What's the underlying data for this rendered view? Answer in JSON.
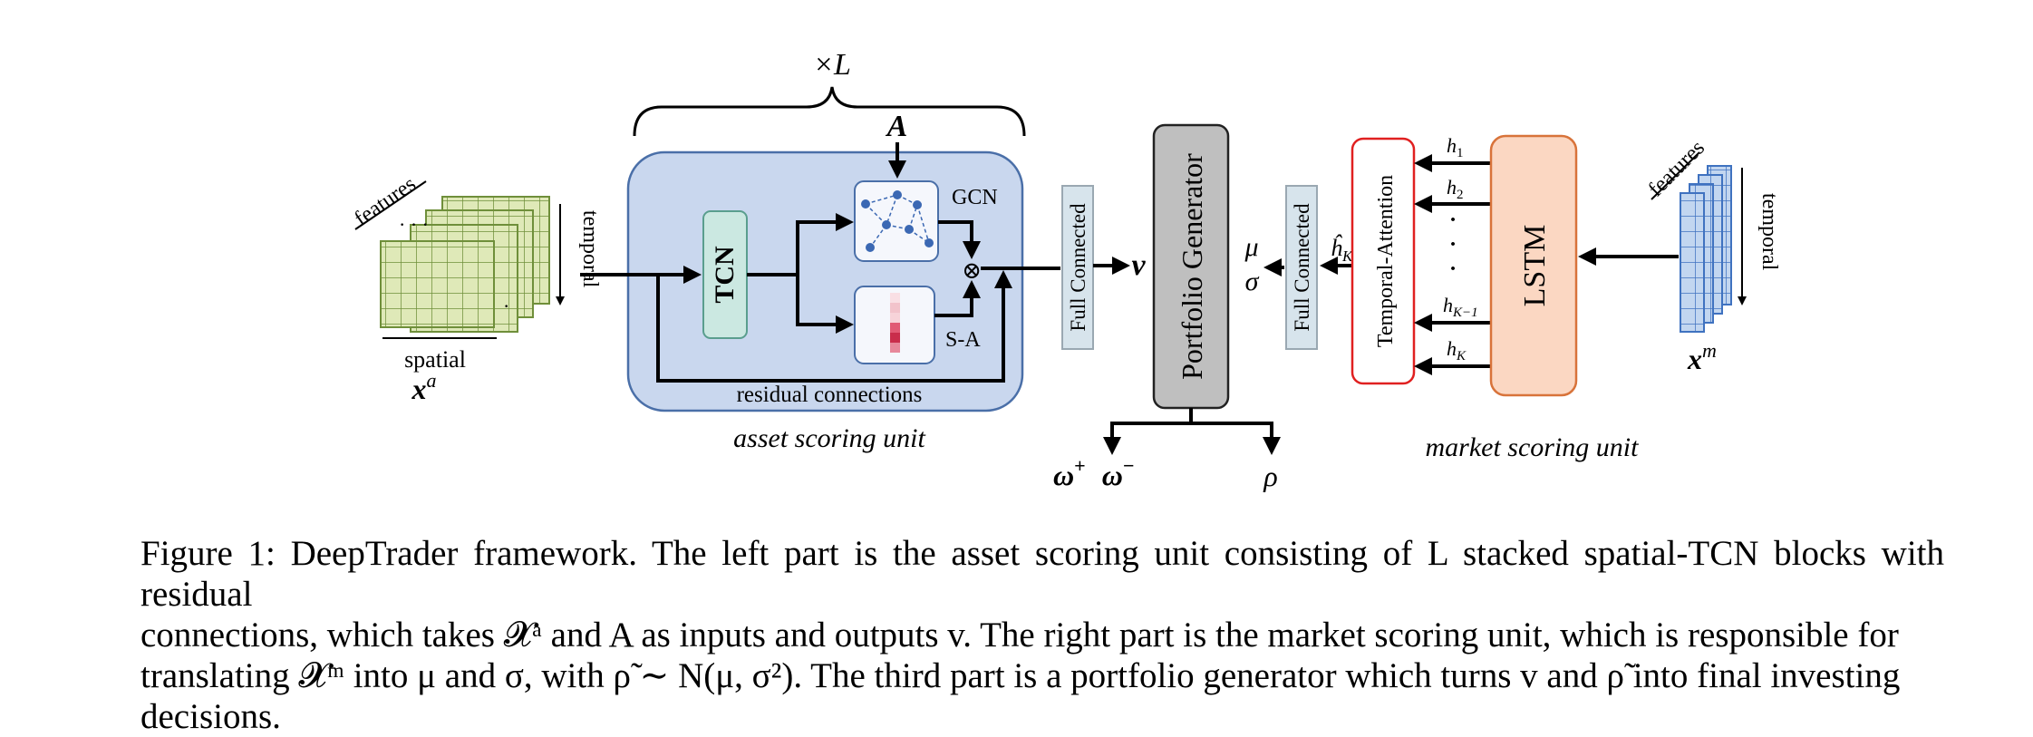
{
  "diagram": {
    "repeat_label": "×L",
    "adjacency_label": "A",
    "gcn_label": "GCN",
    "sa_label": "S-A",
    "tcn_label": "TCN",
    "otimes": "⊗",
    "residual_label": "residual connections",
    "asset_unit_label": "asset scoring unit",
    "asset_input": {
      "features_label": "features",
      "temporal_label": "temporal",
      "spatial_label": "spatial",
      "symbol": "x",
      "superscript": "a"
    },
    "fc_left_label": "Full Connected",
    "v_label": "v",
    "portfolio_label": "Portfolio Generator",
    "mu_label": "μ",
    "sigma_label": "σ",
    "fc_right_label": "Full Connected",
    "hk_hat_label": "ĥ",
    "hk_hat_sub": "K",
    "temporal_attention_label": "Temporal-Attention",
    "hidden_states": [
      {
        "h": "h",
        "sub": "1"
      },
      {
        "h": "h",
        "sub": "2"
      },
      {
        "h": "h",
        "sub": "K−1"
      },
      {
        "h": "h",
        "sub": "K"
      }
    ],
    "ellipsis": "·",
    "lstm_label": "LSTM",
    "market_input": {
      "features_label": "features",
      "temporal_label": "temporal",
      "symbol": "x",
      "superscript": "m"
    },
    "market_unit_label": "market scoring unit",
    "omega_plus": "ω",
    "omega_plus_sup": "+",
    "omega_minus": "ω",
    "omega_minus_sup": "−",
    "rho_label": "ρ"
  },
  "caption": {
    "lines": [
      "Figure 1: DeepTrader framework. The left part is the asset scoring unit consisting of L stacked spatial-TCN blocks with residual",
      "connections, which takes 𝓧ᵃ and A as inputs and outputs v. The right part is the market scoring unit, which is responsible for",
      "translating 𝓧ᵐ into μ and σ, with ρ̃ ∼ N(μ, σ²). The third part is a portfolio generator which turns v and ρ̃ into final investing",
      "decisions."
    ]
  },
  "colors": {
    "asset_box_fill": "#c9d7ee",
    "asset_box_stroke": "#4a6fa8",
    "tcn_fill": "#cbe8e1",
    "tcn_stroke": "#5a9e8e",
    "fc_fill": "#d7e4ec",
    "fc_stroke": "#9aa8b2",
    "portfolio_fill": "#bfbfbf",
    "temporal_attention_stroke": "#e02020",
    "lstm_fill": "#fbd7c2",
    "lstm_stroke": "#d8733a",
    "grid_green": "#dfe9b8",
    "grid_blue": "#c2d6f0",
    "grid_blue_stroke": "#3f72c0",
    "gcn_node": "#3b68b3"
  }
}
